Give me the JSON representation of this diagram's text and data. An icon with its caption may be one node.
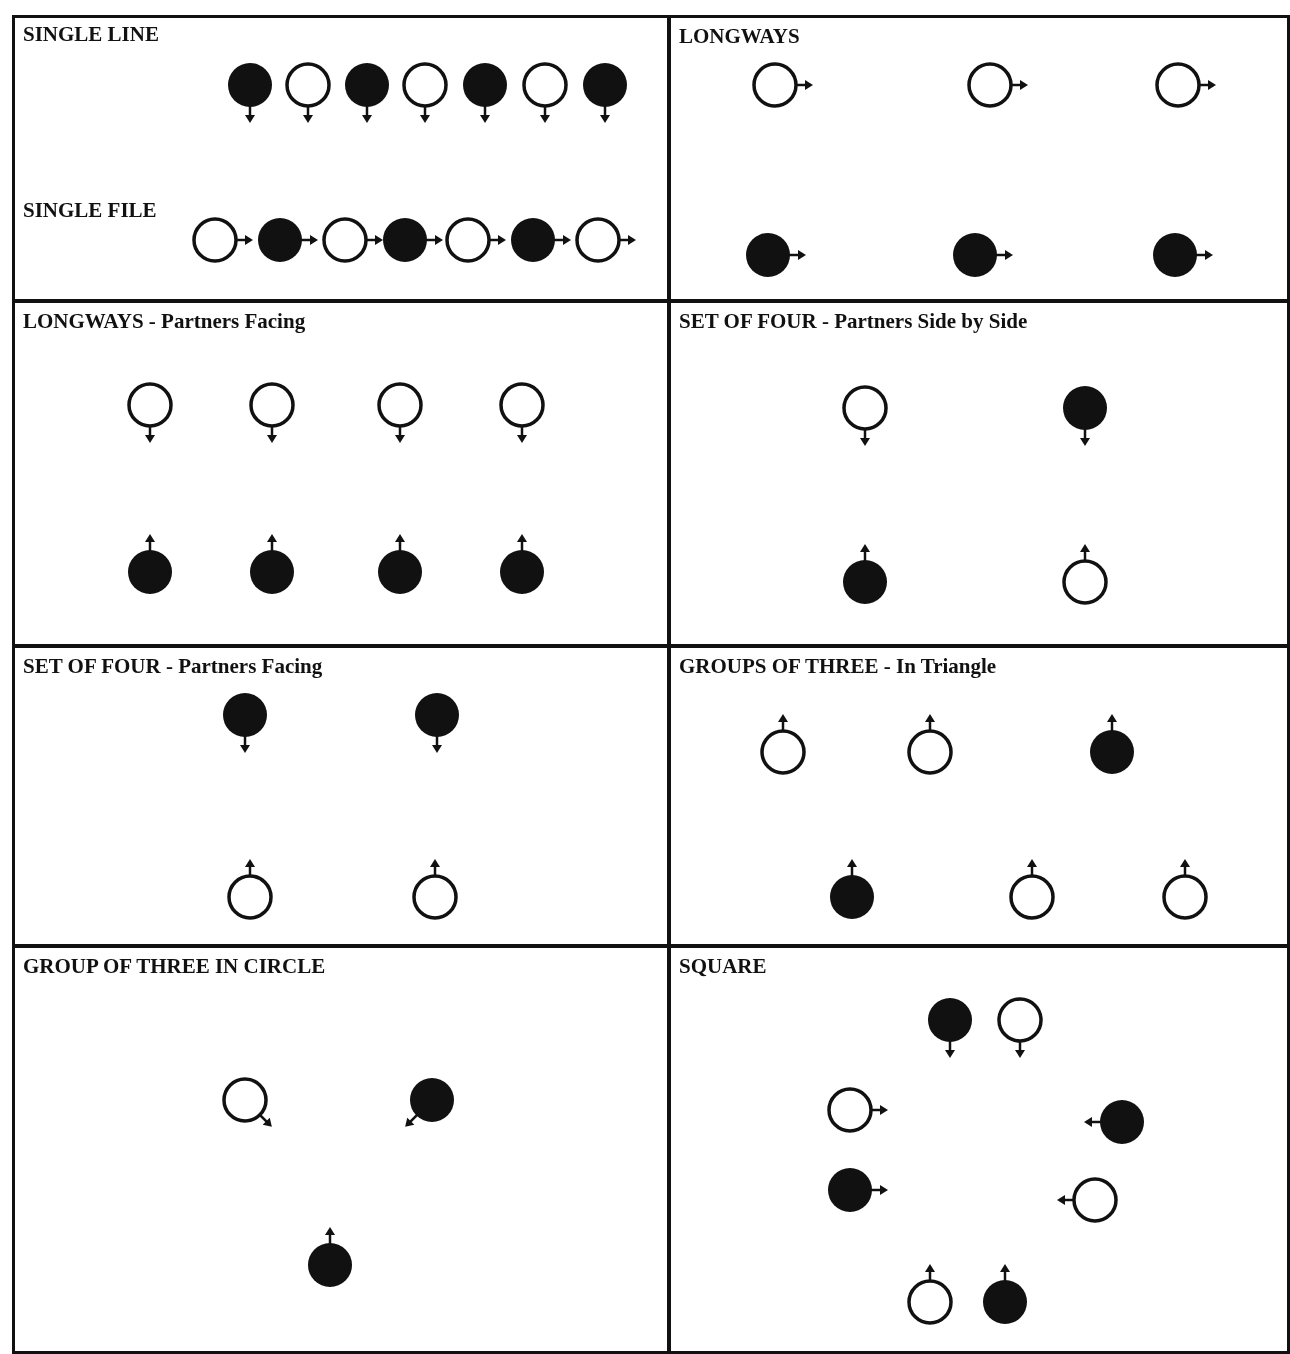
{
  "diagram": {
    "nodes": [
      {
        "text": [
          "SINGLE LINE",
          "SINGLE FILE"
        ]
      },
      {
        "text": [
          "LONGWAYS"
        ]
      },
      {
        "text": [
          "LONGWAYS - Partners Facing"
        ]
      },
      {
        "text": [
          "SET OF FOUR - Partners Side by Side"
        ]
      },
      {
        "text": [
          "SET OF FOUR - Partners Facing"
        ]
      },
      {
        "text": [
          "GROUPS OF THREE - In Triangle"
        ]
      },
      {
        "text": [
          "GROUP OF THREE IN CIRCLE"
        ]
      },
      {
        "text": [
          "SQUARE"
        ]
      }
    ]
  }
}
